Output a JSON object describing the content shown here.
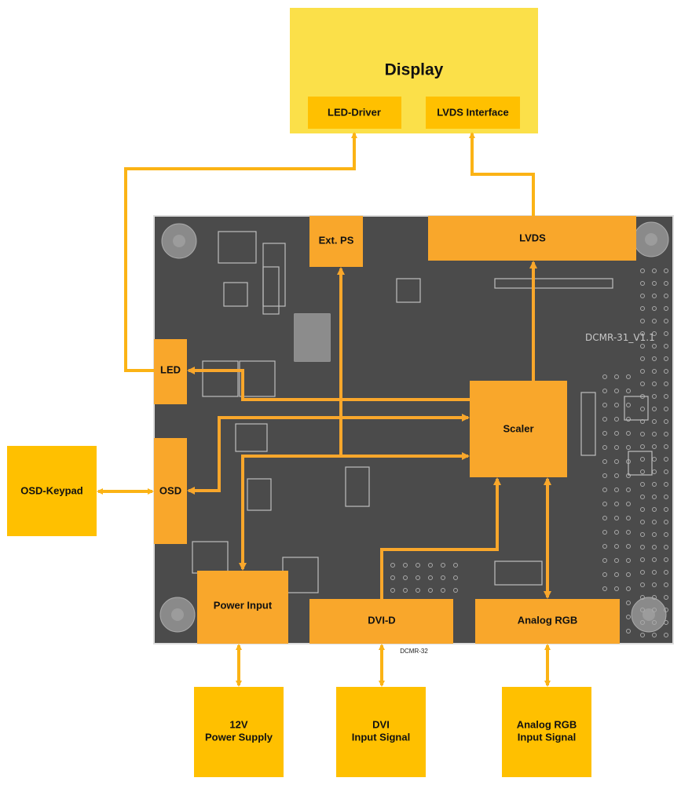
{
  "display": {
    "title": "Display",
    "led_driver": "LED-Driver",
    "lvds_interface": "LVDS Interface"
  },
  "board": {
    "ext_ps": "Ext. PS",
    "lvds": "LVDS",
    "led": "LED",
    "osd": "OSD",
    "scaler": "Scaler",
    "power_input": "Power Input",
    "dvi_d": "DVI-D",
    "analog_rgb": "Analog RGB",
    "silkscreen_label": "DCMR-31_V1.1",
    "caption": "DCMR-32"
  },
  "external": {
    "osd_keypad": "OSD-Keypad",
    "power_supply": [
      "12V",
      "Power Supply"
    ],
    "dvi_input": [
      "DVI",
      "Input Signal"
    ],
    "analog_input": [
      "Analog RGB",
      "Input Signal"
    ]
  },
  "colors": {
    "display_bg": "#FBE049",
    "external_box": "#FFC000",
    "board_block": "#F9A72B",
    "pcb": "#4B4B4B",
    "wire": "#FBB315"
  }
}
